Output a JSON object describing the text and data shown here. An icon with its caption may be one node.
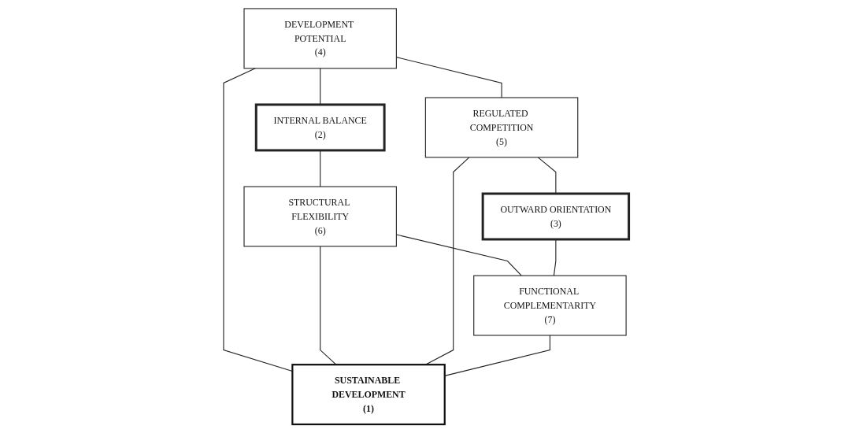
{
  "diagram": {
    "nodes": [
      {
        "text": [
          "INTERNAL BALANCE",
          "(2)"
        ]
      },
      {
        "text": [
          "DEVELOPMENT POTENTIAL",
          "(4)"
        ]
      },
      {
        "text": [
          "STRUCTURAL FLEXIBILITY",
          "(6)"
        ]
      },
      {
        "text": [
          "SUSTAINABLE DEVELOPMENT",
          "(1)"
        ]
      },
      {
        "text": [
          "REGULATED COMPETITION",
          "(5)"
        ]
      },
      {
        "text": [
          "FUNCTIONAL COMPLEMENTARITY",
          "(7)"
        ]
      },
      {
        "text": [
          "OUTWARD ORIENTATION",
          "(3)"
        ]
      }
    ],
    "edges": [
      {
        "from": 1,
        "to": 0,
        "arrow": "none"
      },
      {
        "from": 0,
        "to": 2,
        "arrow": "none"
      },
      {
        "from": 1,
        "to": 3,
        "arrow": "none"
      },
      {
        "from": 2,
        "to": 3,
        "arrow": "none"
      },
      {
        "from": 1,
        "to": 4,
        "arrow": "none"
      },
      {
        "from": 2,
        "to": 5,
        "arrow": "none"
      },
      {
        "from": 4,
        "to": 3,
        "arrow": "none"
      },
      {
        "from": 5,
        "to": 3,
        "arrow": "none"
      },
      {
        "from": 4,
        "to": 6,
        "arrow": "none"
      },
      {
        "from": 6,
        "to": 5,
        "arrow": "none"
      }
    ]
  }
}
